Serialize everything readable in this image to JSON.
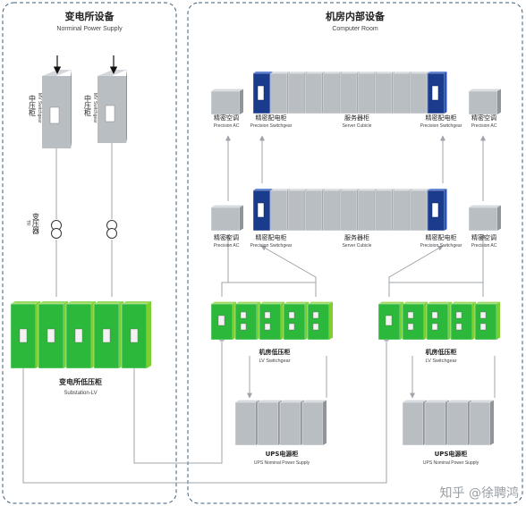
{
  "colors": {
    "green_front": "#2cb83a",
    "green_side": "#7ccf2f",
    "gray_front": "#b9bec3",
    "gray_side": "#8f959b",
    "navy_front": "#1b3b8c",
    "navy_side": "#2b55b3",
    "line": "#9ea4aa",
    "dash_border": "#3a5c7a"
  },
  "substation": {
    "title_cn": "变电所设备",
    "title_en": "Norminal Power Supply",
    "mv_cn": "中压柜",
    "mv_en": "MV Switchgear",
    "tr_cn": "变压器",
    "tr_en": "TR",
    "lv_cn": "变电所低压柜",
    "lv_en": "Substation-LV"
  },
  "room": {
    "title_cn": "机房内部设备",
    "title_en": "Computer Room",
    "ac_cn": "精密空调",
    "ac_en": "Precision AC",
    "pdu_cn": "精密配电柜",
    "pdu_en": "Precision Switchgear",
    "server_cn": "服务器柜",
    "server_en": "Server Cubicle",
    "lv_cn": "机房低压柜",
    "lv_en": "LV Switchgear",
    "ups_cn": "UPS电源柜",
    "ups_en": "UPS Nominal Power Supply"
  },
  "watermark": "知乎 @徐聘鸿",
  "icons": [
    "arrow-down-icon",
    "transformer-icon"
  ]
}
